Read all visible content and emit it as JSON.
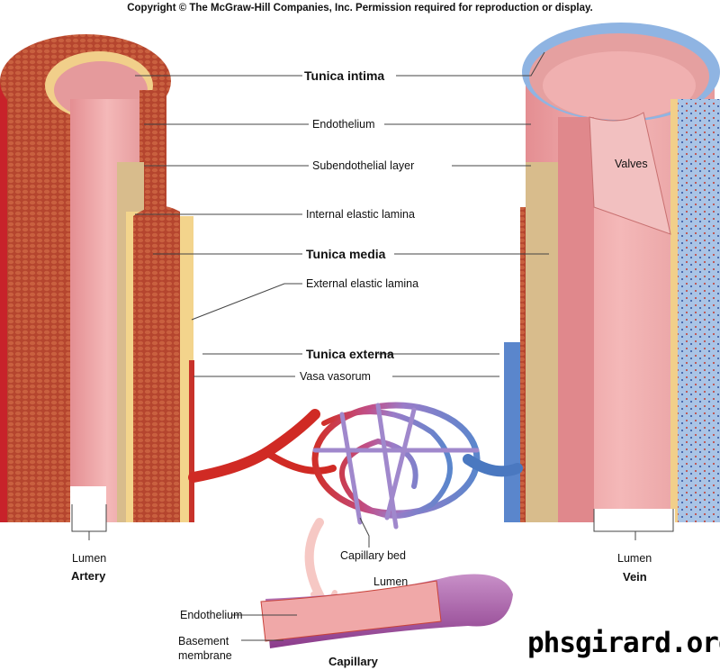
{
  "copyright": "Copyright © The McGraw-Hill Companies, Inc. Permission required for reproduction or display.",
  "labels": {
    "tunica_intima": "Tunica intima",
    "endothelium": "Endothelium",
    "subendothelial_layer": "Subendothelial layer",
    "internal_elastic_lamina": "Internal elastic lamina",
    "tunica_media": "Tunica media",
    "external_elastic_lamina": "External elastic lamina",
    "tunica_externa": "Tunica externa",
    "vasa_vasorum": "Vasa vasorum",
    "valves": "Valves",
    "artery_lumen": "Lumen",
    "artery": "Artery",
    "capillary_bed": "Capillary bed",
    "vein_lumen": "Lumen",
    "vein": "Vein",
    "capillary_lumen": "Lumen",
    "capillary_endothelium": "Endothelium",
    "basement_membrane_1": "Basement",
    "basement_membrane_2": "membrane",
    "capillary": "Capillary"
  },
  "watermark": "phsgirard.org",
  "colors": {
    "artery": "#c8322a",
    "vein": "#4a78c0",
    "capillary": "#9a68b8",
    "lumen": "#eca2a4",
    "media": "#b5452e",
    "subendothelial": "#d8bc8c"
  }
}
